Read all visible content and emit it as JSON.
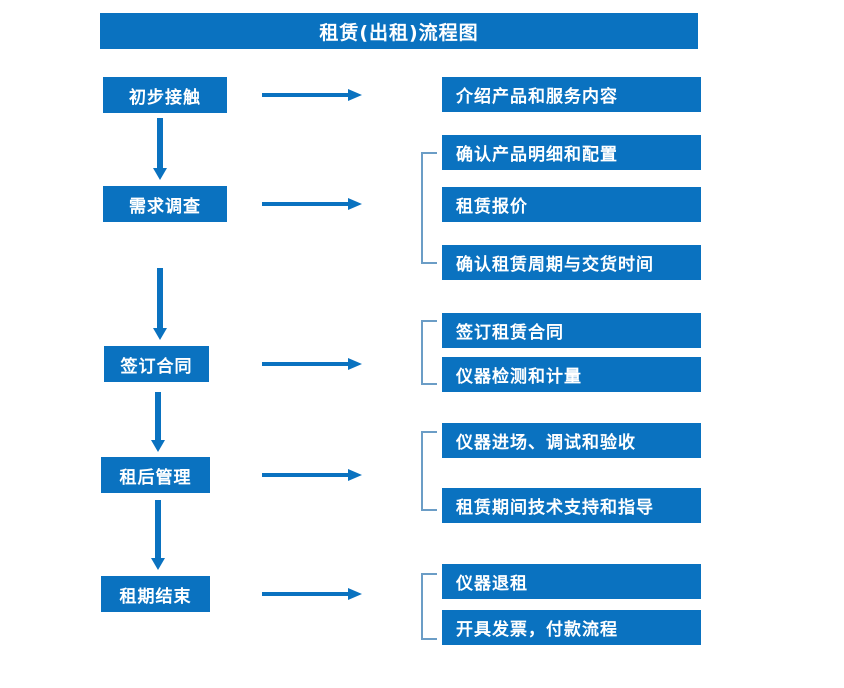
{
  "diagram": {
    "title": "租赁(出租)流程图",
    "colors": {
      "box_blue": "#0a72c0",
      "arrow_blue": "#0a72c0",
      "bracket_blue": "#6b9dc6",
      "text_white": "#ffffff",
      "background": "#ffffff"
    },
    "stages": [
      {
        "id": "stage-1",
        "label": "初步接触"
      },
      {
        "id": "stage-2",
        "label": "需求调查"
      },
      {
        "id": "stage-3",
        "label": "签订合同"
      },
      {
        "id": "stage-4",
        "label": "租后管理"
      },
      {
        "id": "stage-5",
        "label": "租期结束"
      }
    ],
    "details": [
      {
        "id": "detail-1-1",
        "label": "介绍产品和服务内容"
      },
      {
        "id": "detail-2-1",
        "label": "确认产品明细和配置"
      },
      {
        "id": "detail-2-2",
        "label": "租赁报价"
      },
      {
        "id": "detail-2-3",
        "label": "确认租赁周期与交货时间"
      },
      {
        "id": "detail-3-1",
        "label": "签订租赁合同"
      },
      {
        "id": "detail-3-2",
        "label": "仪器检测和计量"
      },
      {
        "id": "detail-4-1",
        "label": "仪器进场、调试和验收"
      },
      {
        "id": "detail-4-2",
        "label": "租赁期间技术支持和指导"
      },
      {
        "id": "detail-5-1",
        "label": "仪器退租"
      },
      {
        "id": "detail-5-2",
        "label": "开具发票，付款流程"
      }
    ],
    "connectors": {
      "horizontal_arrow_count": 5,
      "vertical_arrow_count": 4,
      "bracket_count": 4
    }
  }
}
